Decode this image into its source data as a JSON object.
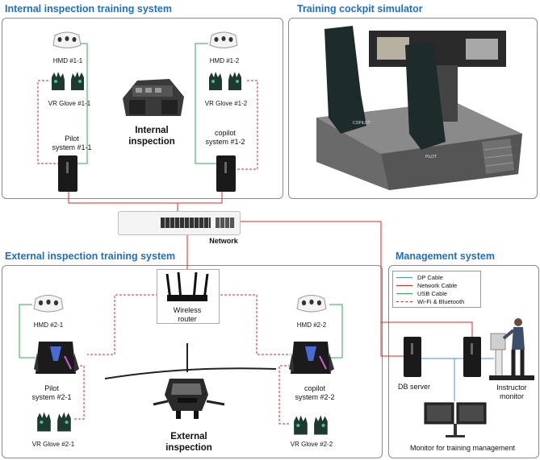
{
  "sections": {
    "internal": "Internal inspection training system",
    "cockpit": "Training cockpit simulator",
    "external": "External inspection training system",
    "management": "Management system"
  },
  "internal": {
    "hmd1": "HMD #1-1",
    "glove1": "VR Glove #1-1",
    "pilot_line1": "Pilot",
    "pilot_line2": "system #1-1",
    "hmd2": "HMD #1-2",
    "glove2": "VR Glove #1-2",
    "copilot_line1": "copilot",
    "copilot_line2": "system #1-2",
    "center_line1": "Internal",
    "center_line2": "inspection"
  },
  "cockpit": {
    "seat_left": "COPILOT",
    "seat_right": "PILOT"
  },
  "network": {
    "label": "Network"
  },
  "external": {
    "router_line1": "Wireless",
    "router_line2": "router",
    "hmd1": "HMD #2-1",
    "pilot_line1": "Pilot",
    "pilot_line2": "system #2-1",
    "glove1": "VR Glove #2-1",
    "hmd2": "HMD #2-2",
    "copilot_line1": "copilot",
    "copilot_line2": "system #2-2",
    "glove2": "VR Glove #2-2",
    "center_line1": "External",
    "center_line2": "inspection"
  },
  "management": {
    "legend": [
      {
        "label": "DP Cable",
        "color": "#4a8fd6",
        "style": "solid"
      },
      {
        "label": "Network Cable",
        "color": "#d62a2a",
        "style": "solid"
      },
      {
        "label": "USB Cable",
        "color": "#2fa84f",
        "style": "solid"
      },
      {
        "label": "Wi-Fi & Bluetooth",
        "color": "#d62a2a",
        "style": "dashed"
      }
    ],
    "db_server": "DB server",
    "instructor_line1": "Instructor",
    "instructor_line2": "monitor",
    "monitor_label": "Monitor for training management"
  },
  "colors": {
    "title": "#1f6fc0",
    "network_cable": "#d62a2a",
    "usb_cable": "#2fa84f",
    "dp_cable": "#4a8fd6"
  }
}
